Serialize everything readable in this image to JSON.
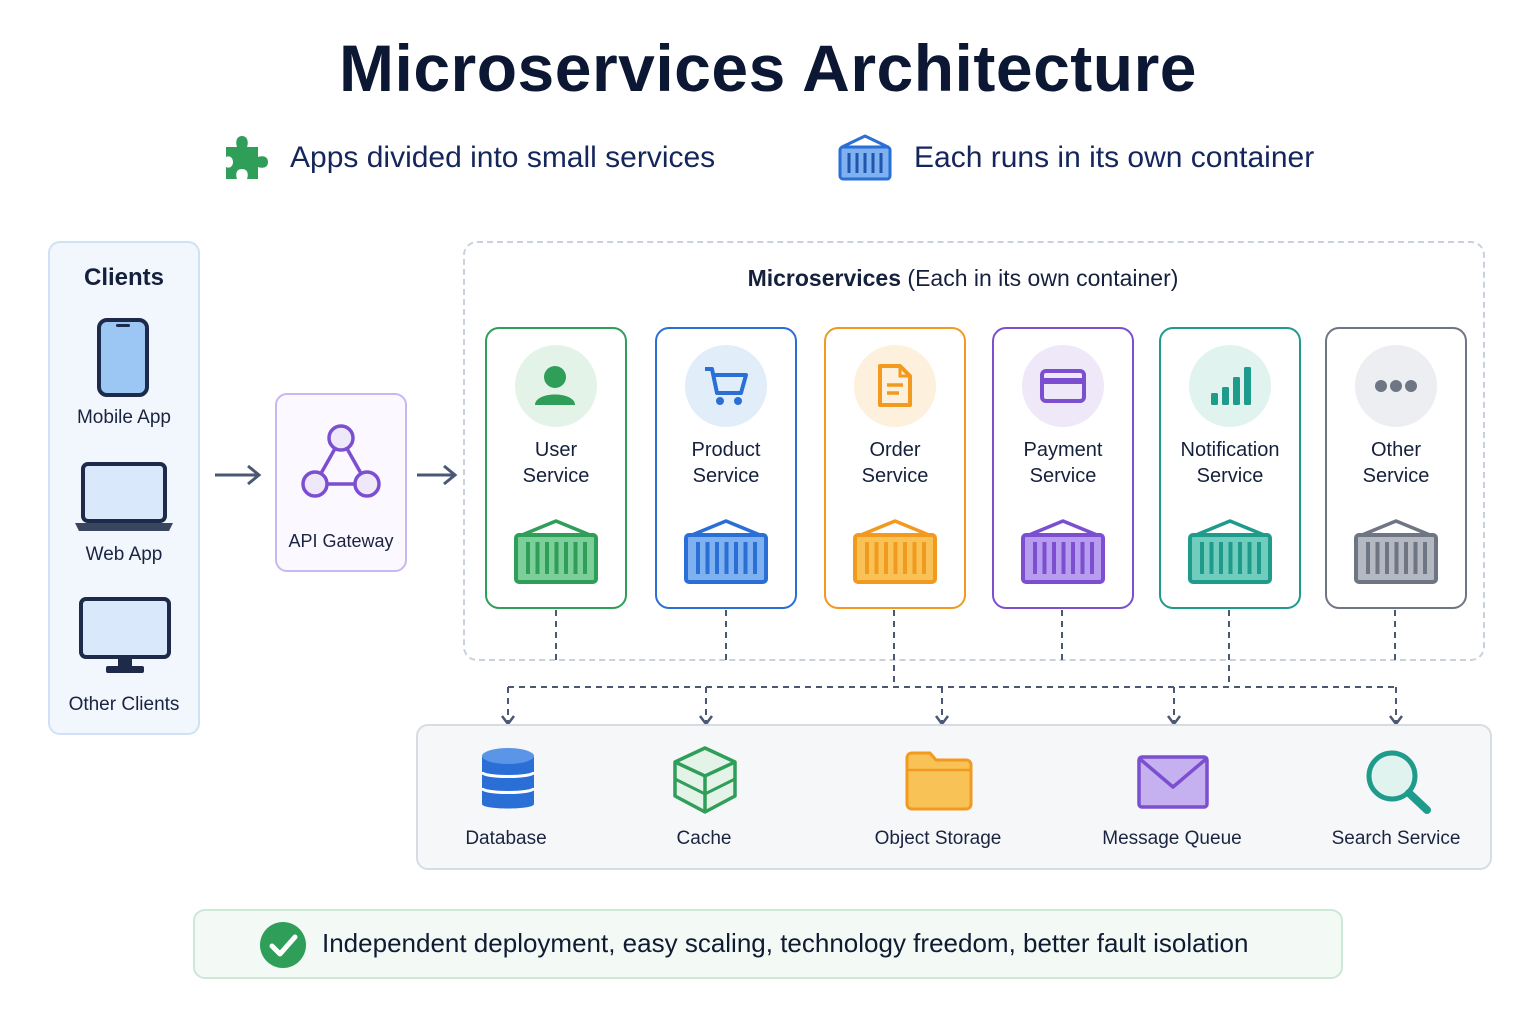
{
  "title": "Microservices Architecture",
  "features": [
    {
      "icon": "puzzle-icon",
      "text": "Apps divided into small services"
    },
    {
      "icon": "container-icon",
      "text": "Each runs in its own container"
    }
  ],
  "clients": {
    "title": "Clients",
    "items": [
      {
        "label": "Mobile App",
        "icon": "mobile-phone-icon"
      },
      {
        "label": "Web App",
        "icon": "laptop-icon"
      },
      {
        "label": "Other Clients",
        "icon": "desktop-monitor-icon"
      }
    ]
  },
  "gateway": {
    "label": "API Gateway",
    "icon": "network-triangle-icon"
  },
  "microservices": {
    "title_bold": "Microservices",
    "title_rest": " (Each in its own container)",
    "services": [
      {
        "line1": "User",
        "line2": "Service",
        "icon": "user-icon",
        "color": "#2f9e58",
        "bg": "#e3f3e8"
      },
      {
        "line1": "Product",
        "line2": "Service",
        "icon": "cart-icon",
        "color": "#2a6fd6",
        "bg": "#e2edfa"
      },
      {
        "line1": "Order",
        "line2": "Service",
        "icon": "document-icon",
        "color": "#f29a1f",
        "bg": "#fdf0dc"
      },
      {
        "line1": "Payment",
        "line2": "Service",
        "icon": "credit-card-icon",
        "color": "#7b4fd0",
        "bg": "#eee8f8"
      },
      {
        "line1": "Notification",
        "line2": "Service",
        "icon": "bar-chart-icon",
        "color": "#1f9b8b",
        "bg": "#e0f3ef"
      },
      {
        "line1": "Other",
        "line2": "Service",
        "icon": "more-dots-icon",
        "color": "#6f7683",
        "bg": "#eceef1"
      }
    ]
  },
  "data_layer": [
    {
      "label": "Database",
      "icon": "database-icon"
    },
    {
      "label": "Cache",
      "icon": "cube-icon"
    },
    {
      "label": "Object Storage",
      "icon": "folder-icon"
    },
    {
      "label": "Message Queue",
      "icon": "envelope-icon"
    },
    {
      "label": "Search Service",
      "icon": "magnifier-icon"
    }
  ],
  "footer": {
    "text": "Independent deployment, easy scaling, technology freedom, better fault isolation",
    "icon": "check-circle-icon"
  },
  "colors": {
    "accent_green": "#2f9e58",
    "accent_blue": "#2a6fd6",
    "title": "#0b1733",
    "feature_text": "#14265c"
  }
}
